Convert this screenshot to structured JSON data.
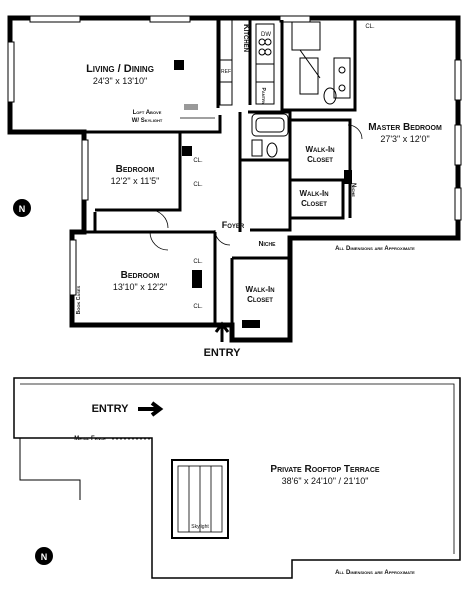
{
  "floor_plan": {
    "rooms": {
      "living_dining": {
        "name": "Living / Dining",
        "dims": "24'3\" x 13'10\""
      },
      "loft_note": {
        "line1": "Loft Above",
        "line2": "W/ Skylight"
      },
      "kitchen": {
        "name": "Kitchen",
        "dw": "DW",
        "ref": "REF",
        "pantry": "Pantry"
      },
      "bedroom1": {
        "name": "Bedroom",
        "dims": "12'2\" x 11'5\""
      },
      "bedroom2": {
        "name": "Bedroom",
        "dims": "13'10\" x 12'2\""
      },
      "master": {
        "name": "Master Bedroom",
        "dims": "27'3\" x 12'0\""
      },
      "walkin1": {
        "line1": "Walk-In",
        "line2": "Closet"
      },
      "walkin2": {
        "line1": "Walk-In",
        "line2": "Closet"
      },
      "walkin3": {
        "line1": "Walk-In",
        "line2": "Closet"
      },
      "foyer": "Foyer",
      "niche": "Niche",
      "niche_master": "Niche",
      "bookcases": "Book Cases",
      "closet": "CL."
    },
    "entry": "ENTRY",
    "note": "All Dimensions are Approximate"
  },
  "terrace_plan": {
    "entry": "ENTRY",
    "metal_fence": "Metal Fence",
    "name": "Private Rooftop Terrace",
    "dims": "38'6\" x 24'10\" / 21'10\"",
    "skylight": "Skylight",
    "note": "All Dimensions are Approximate"
  },
  "compass_label": "N"
}
